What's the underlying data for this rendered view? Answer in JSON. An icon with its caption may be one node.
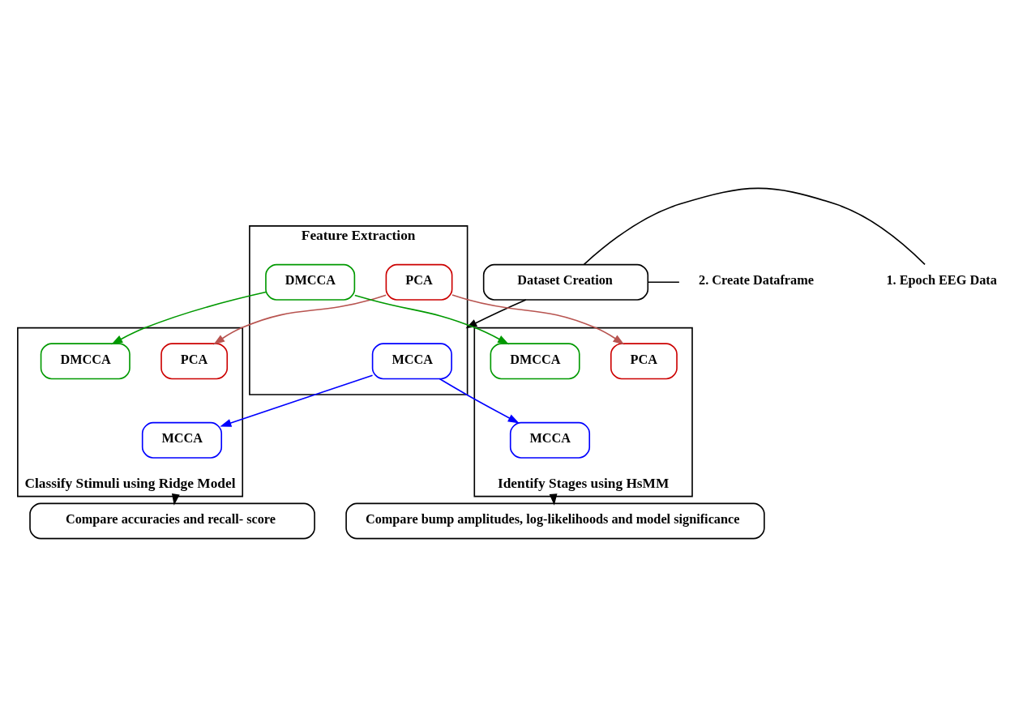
{
  "diagram": {
    "nodes": [
      {
        "text": [
          "Dataset Creation"
        ]
      },
      {
        "text": [
          "1. Epoch EEG Data"
        ]
      },
      {
        "text": [
          "2. Create Dataframe"
        ]
      },
      {
        "text": [
          "Feature Extraction"
        ]
      },
      {
        "text": [
          "PCA"
        ],
        "in": 3
      },
      {
        "text": [
          "MCCA"
        ],
        "in": 3
      },
      {
        "text": [
          "DMCCA"
        ],
        "in": 3
      },
      {
        "text": [
          "Classify Stimuli using Ridge Model"
        ]
      },
      {
        "text": [
          "PCA"
        ],
        "in": 7
      },
      {
        "text": [
          "MCCA"
        ],
        "in": 7
      },
      {
        "text": [
          "DMCCA"
        ],
        "in": 7
      },
      {
        "text": [
          "Identify Stages using HsMM"
        ]
      },
      {
        "text": [
          "PCA"
        ],
        "in": 11
      },
      {
        "text": [
          "MCCA"
        ],
        "in": 11
      },
      {
        "text": [
          "DMCCA"
        ],
        "in": 11
      },
      {
        "text": [
          "Compare accuracies and recall- score"
        ]
      },
      {
        "text": [
          "Compare bump amplitudes, log-likelihoods and model significance"
        ]
      }
    ],
    "edges": [
      {
        "from": 0,
        "to": 1,
        "arrow": "none"
      },
      {
        "from": 0,
        "to": 2,
        "arrow": "none"
      },
      {
        "from": 0,
        "to": 3,
        "arrow": "to"
      },
      {
        "from": 4,
        "to": 8,
        "arrow": "to",
        "color": "#b85450"
      },
      {
        "from": 4,
        "to": 12,
        "arrow": "to",
        "color": "#b85450"
      },
      {
        "from": 5,
        "to": 9,
        "arrow": "to",
        "color": "#0000ff"
      },
      {
        "from": 5,
        "to": 13,
        "arrow": "to",
        "color": "#0000ff"
      },
      {
        "from": 6,
        "to": 10,
        "arrow": "to",
        "color": "#009900"
      },
      {
        "from": 6,
        "to": 14,
        "arrow": "to",
        "color": "#009900"
      },
      {
        "from": 7,
        "to": 15,
        "arrow": "to"
      },
      {
        "from": 11,
        "to": 16,
        "arrow": "to"
      }
    ]
  }
}
